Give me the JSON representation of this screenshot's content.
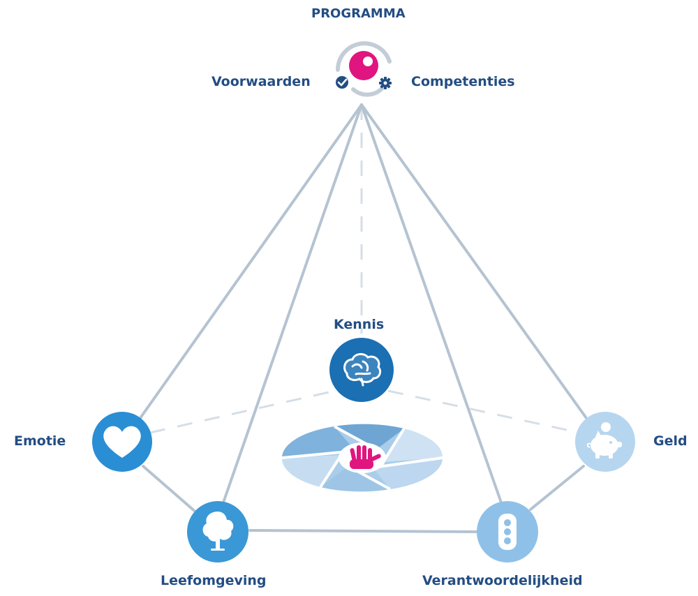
{
  "diagram": {
    "title": "PROGRAMMA",
    "apex": {
      "left_label": "Voorwaarden",
      "right_label": "Competenties",
      "icons": [
        "check-icon",
        "gear-icon"
      ]
    },
    "center": {
      "label": "Kennis",
      "icon": "brain-icon",
      "emblem_icon": "hand-icon"
    },
    "nodes": [
      {
        "id": "emotie",
        "label": "Emotie",
        "icon": "heart-icon",
        "color": "#2a8ed4"
      },
      {
        "id": "leefomgeving",
        "label": "Leefomgeving",
        "icon": "tree-icon",
        "color": "#3a98d6"
      },
      {
        "id": "verantwoordelijkheid",
        "label": "Verantwoordelijkheid",
        "icon": "traffic-light-icon",
        "color": "#8fc1e8"
      },
      {
        "id": "geld",
        "label": "Geld",
        "icon": "piggy-bank-icon",
        "color": "#b6d6f0"
      }
    ],
    "colors": {
      "label_text": "#234d83",
      "edge": "#b5c3d1",
      "dashed_edge": "#d6dee6",
      "kennis": "#1b6fb3",
      "accent": "#e0157f"
    }
  }
}
